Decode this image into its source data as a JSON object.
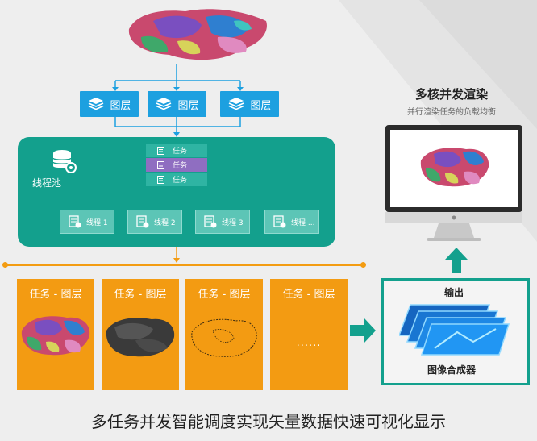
{
  "layers": {
    "items": [
      {
        "label": "图层"
      },
      {
        "label": "图层"
      },
      {
        "label": "图层"
      }
    ]
  },
  "thread_pool": {
    "label": "线程池",
    "tasks": [
      {
        "label": "任务"
      },
      {
        "label": "任务"
      },
      {
        "label": "任务"
      }
    ],
    "threads": [
      {
        "label": "线程 1"
      },
      {
        "label": "线程 2"
      },
      {
        "label": "线程 3"
      },
      {
        "label": "线程 ..."
      }
    ]
  },
  "task_panels": [
    {
      "title": "任务 - 图层"
    },
    {
      "title": "任务 - 图层"
    },
    {
      "title": "任务 - 图层"
    },
    {
      "title": "任务 - 图层",
      "ellipsis": "......"
    }
  ],
  "render": {
    "title": "多核并发渲染",
    "subtitle": "并行渲染任务的负载均衡"
  },
  "compositor": {
    "output_label": "输出",
    "name": "图像合成器"
  },
  "caption": "多任务并发智能调度实现矢量数据快速可视化显示",
  "colors": {
    "layer_blue": "#1da0e0",
    "pool_teal": "#13a08d",
    "task_orange": "#f39b12",
    "task_purple": "#8f6ec1"
  }
}
